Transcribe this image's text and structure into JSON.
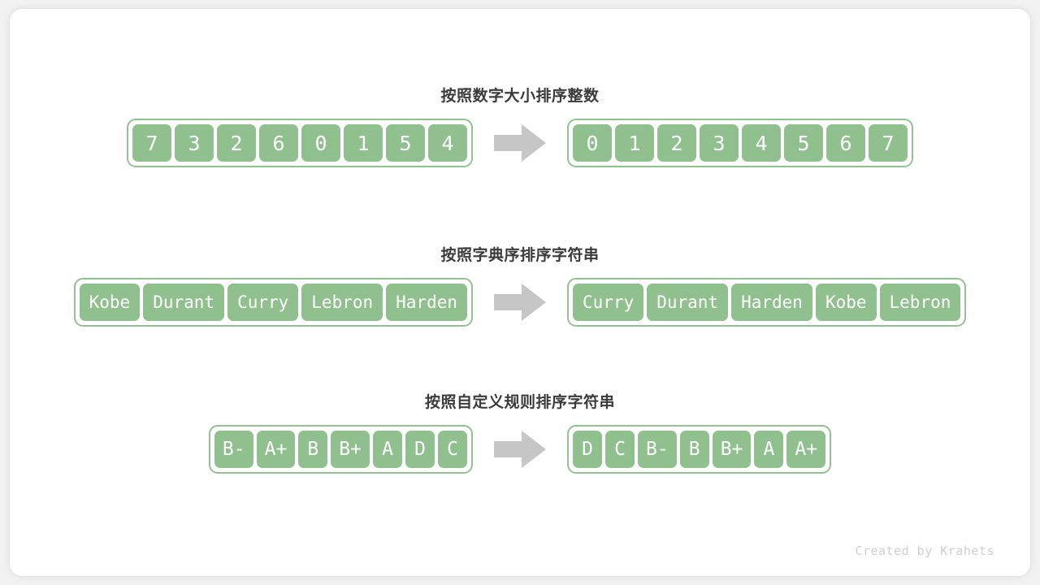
{
  "footer": {
    "credit": "Created by Krahets"
  },
  "icons": {
    "arrow": "right-arrow-icon"
  },
  "colors": {
    "cell_fill": "#8fc08e",
    "cell_border": "#ffffff",
    "frame_border": "#92c292",
    "arrow": "#c6c6c6",
    "title_text": "#3b3b3b",
    "card_background": "#ffffff",
    "page_background": "#f2f2f2",
    "footer_text": "#cfcfcf"
  },
  "sections": [
    {
      "title": "按照数字大小排序整数",
      "input": [
        "7",
        "3",
        "2",
        "6",
        "0",
        "1",
        "5",
        "4"
      ],
      "output": [
        "0",
        "1",
        "2",
        "3",
        "4",
        "5",
        "6",
        "7"
      ],
      "style": "nums"
    },
    {
      "title": "按照字典序排序字符串",
      "input": [
        "Kobe",
        "Durant",
        "Curry",
        "Lebron",
        "Harden"
      ],
      "output": [
        "Curry",
        "Durant",
        "Harden",
        "Kobe",
        "Lebron"
      ],
      "style": "strs"
    },
    {
      "title": "按照自定义规则排序字符串",
      "input": [
        "B-",
        "A+",
        "B",
        "B+",
        "A",
        "D",
        "C"
      ],
      "output": [
        "D",
        "C",
        "B-",
        "B",
        "B+",
        "A",
        "A+"
      ],
      "style": "grades"
    }
  ]
}
